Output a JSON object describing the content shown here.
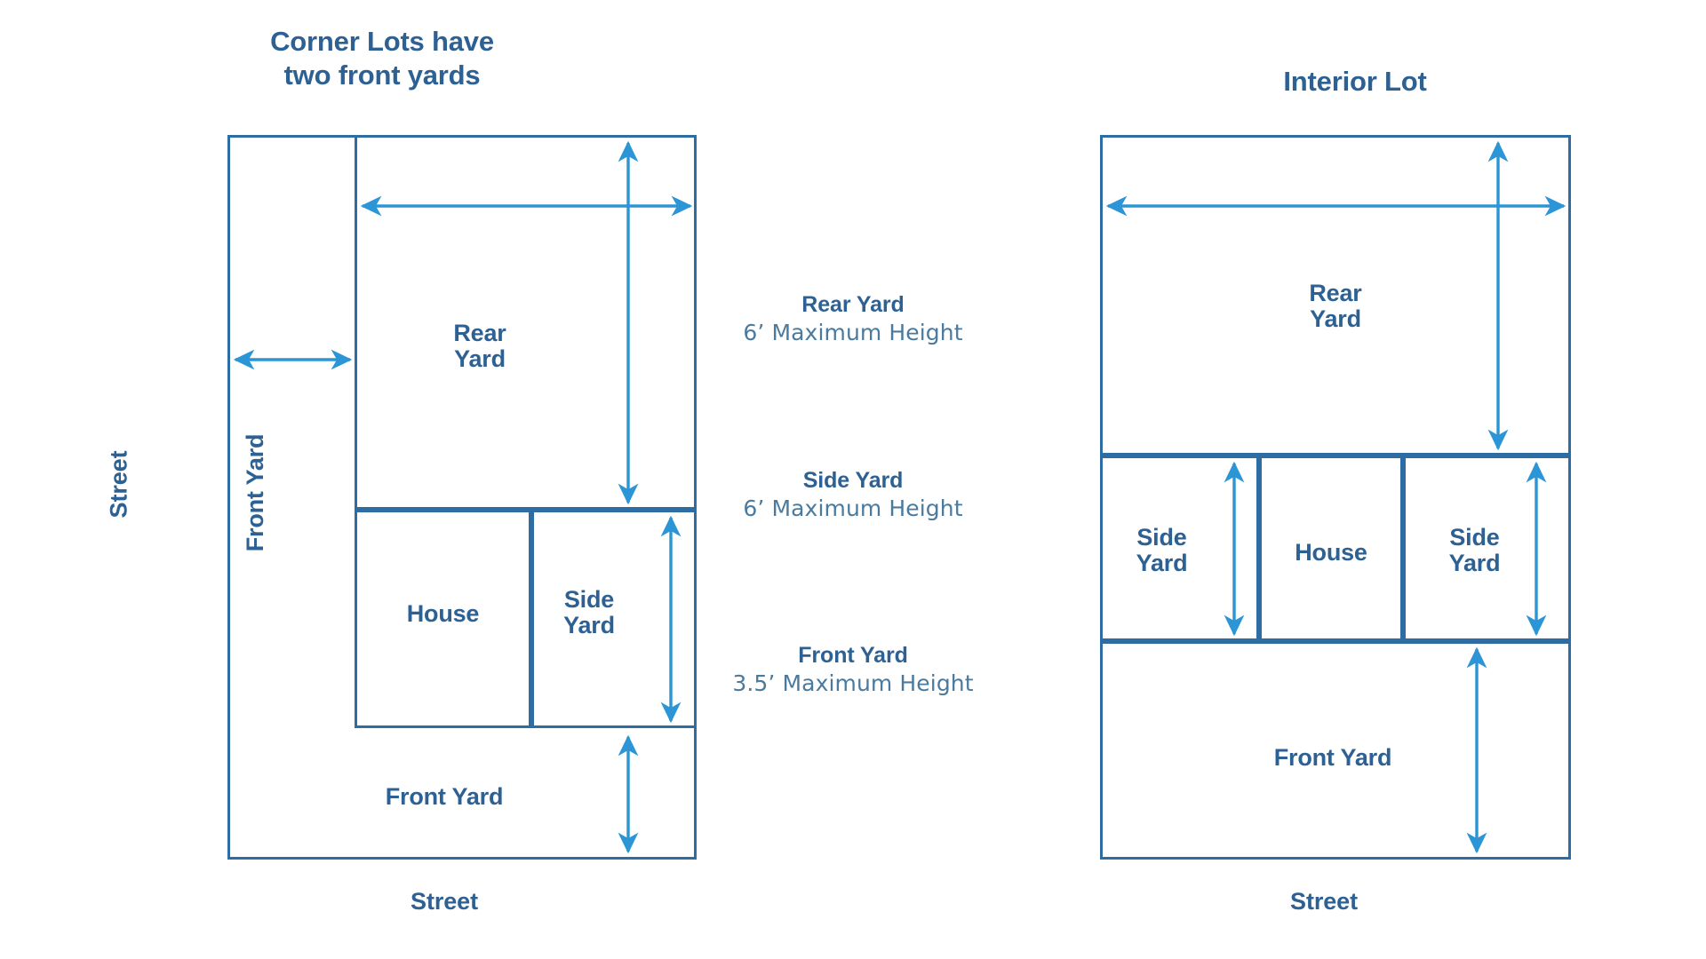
{
  "colors": {
    "line": "#2E6CA4",
    "arrow": "#2B95D6",
    "text_bold": "#2E6193",
    "text_light": "#4A7A9E",
    "background": "#FFFFFF"
  },
  "left_diagram": {
    "title": "Corner Lots have\ntwo front yards",
    "street_left_label": "Street",
    "street_bottom_label": "Street",
    "zones": {
      "front_yard_side": "Front Yard",
      "rear_yard": "Rear\nYard",
      "house": "House",
      "side_yard": "Side\nYard",
      "front_yard_bottom": "Front Yard"
    },
    "dimension_arrows": [
      {
        "name": "front-yard-width-arrow",
        "orientation": "horizontal",
        "heads": "both"
      },
      {
        "name": "rear-yard-width-arrow",
        "orientation": "horizontal",
        "heads": "both"
      },
      {
        "name": "rear-yard-depth-arrow",
        "orientation": "vertical",
        "heads": "both"
      },
      {
        "name": "side-yard-depth-arrow",
        "orientation": "vertical",
        "heads": "both"
      },
      {
        "name": "front-yard-depth-arrow",
        "orientation": "vertical",
        "heads": "both"
      }
    ]
  },
  "right_diagram": {
    "title": "Interior Lot",
    "street_bottom_label": "Street",
    "zones": {
      "rear_yard": "Rear\nYard",
      "side_yard_left": "Side\nYard",
      "house": "House",
      "side_yard_right": "Side\nYard",
      "front_yard": "Front Yard"
    },
    "dimension_arrows": [
      {
        "name": "lot-width-arrow",
        "orientation": "horizontal",
        "heads": "both"
      },
      {
        "name": "rear-yard-depth-arrow",
        "orientation": "vertical",
        "heads": "both"
      },
      {
        "name": "side-yard-left-depth-arrow",
        "orientation": "vertical",
        "heads": "both"
      },
      {
        "name": "side-yard-right-depth-arrow",
        "orientation": "vertical",
        "heads": "both"
      },
      {
        "name": "front-yard-depth-arrow",
        "orientation": "vertical",
        "heads": "both"
      }
    ]
  },
  "legend": [
    {
      "heading": "Rear Yard",
      "sub": "6’ Maximum Height"
    },
    {
      "heading": "Side Yard",
      "sub": "6’ Maximum Height"
    },
    {
      "heading": "Front Yard",
      "sub": "3.5’ Maximum Height"
    }
  ]
}
